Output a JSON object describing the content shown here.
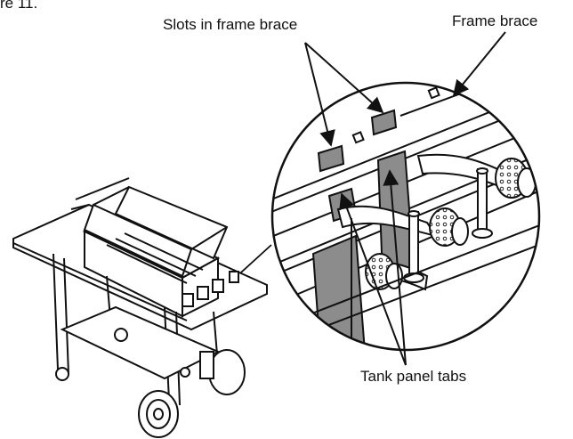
{
  "figure_number": "re 11.",
  "labels": {
    "slots_in_frame_brace": "Slots in frame brace",
    "frame_brace": "Frame brace",
    "tank_panel_tabs": "Tank panel tabs"
  },
  "colors": {
    "line": "#111111",
    "shade": "#8c8c8c",
    "background": "#ffffff"
  }
}
